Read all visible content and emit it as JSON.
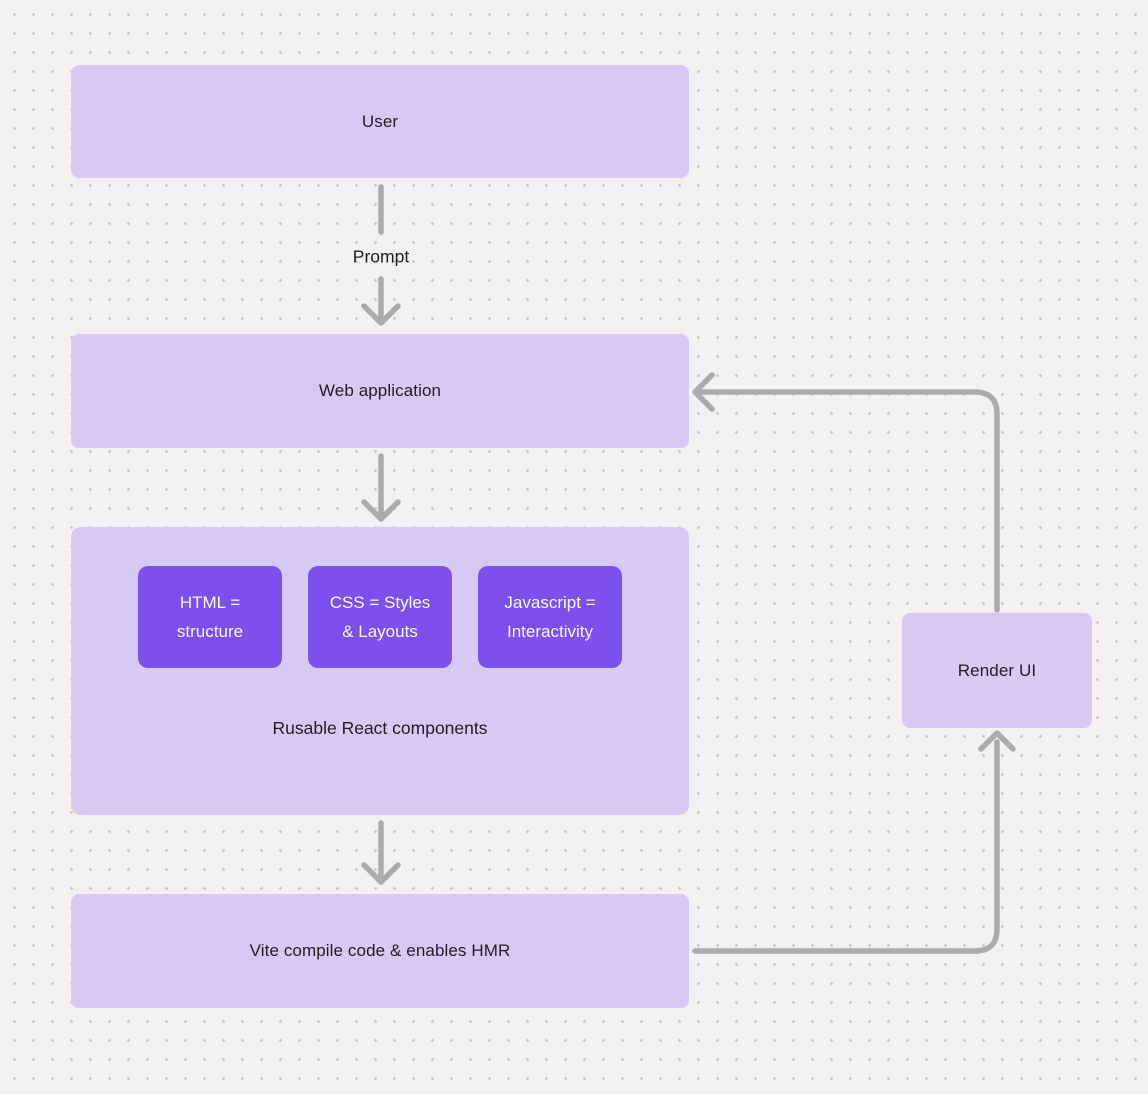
{
  "canvas": {
    "background": "#f2f1f0",
    "dot_color": "#c7c5c5"
  },
  "colors": {
    "node_fill": "#d6c9f4",
    "node_text": "#1e1e23",
    "chip_fill": "#7c4fee",
    "chip_text": "#faf8ff",
    "arrow": "#acaaaa"
  },
  "nodes": {
    "user": {
      "label": "User"
    },
    "web_application": {
      "label": "Web application"
    },
    "components": {
      "label": "Rusable React components",
      "chips": [
        {
          "label": "HTML =\nstructure"
        },
        {
          "label": "CSS = Styles\n& Layouts"
        },
        {
          "label": "Javascript =\nInteractivity"
        }
      ]
    },
    "vite": {
      "label": "Vite compile code & enables HMR"
    },
    "render_ui": {
      "label": "Render UI"
    }
  },
  "edges": {
    "prompt_label": "Prompt"
  }
}
